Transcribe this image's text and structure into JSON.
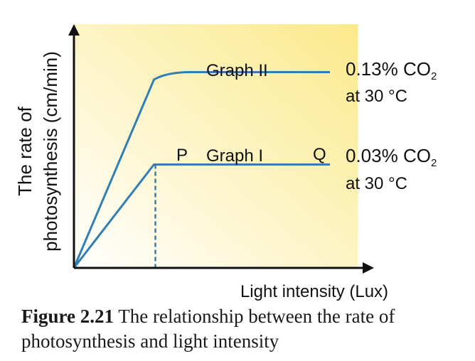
{
  "chart_data": {
    "type": "line",
    "xlabel": "Light intensity (Lux)",
    "ylabel_line1": "The rate of",
    "ylabel_line2": "photosynthesis (cm/min)",
    "x": [
      0,
      1,
      1.45,
      3.2
    ],
    "series": [
      {
        "name": "Graph II",
        "values": [
          0,
          2.55,
          2.65,
          2.65
        ],
        "condition_line1": "0.13% CO",
        "condition_sub": "2",
        "condition_line2": "at 30 °C"
      },
      {
        "name": "Graph I",
        "values": [
          0,
          1.4,
          1.4,
          1.4
        ],
        "condition_line1": "0.03% CO",
        "condition_sub": "2",
        "condition_line2": "at 30 °C"
      }
    ],
    "annotations": {
      "point_p": "P",
      "point_q": "Q"
    },
    "xlim": [
      0,
      3.75
    ],
    "ylim": [
      0,
      3.3
    ],
    "background_gradient": [
      "#fbe98a",
      "#ffffff"
    ],
    "line_color": "#2f7fb5",
    "axis_color": "#111111"
  },
  "caption": {
    "figure_number": "Figure 2.21",
    "text": "The relationship between the rate of photosynthesis and light intensity"
  }
}
